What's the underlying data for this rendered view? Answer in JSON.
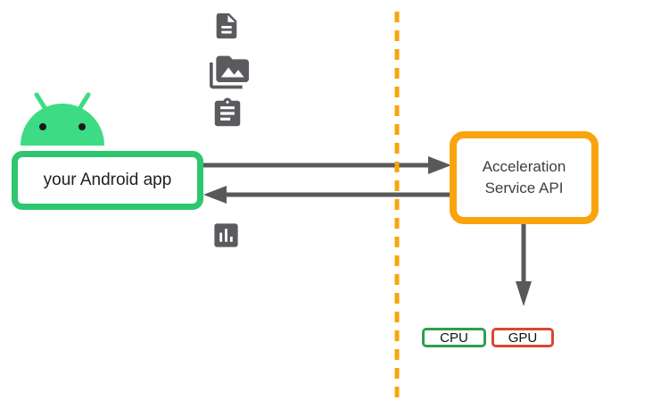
{
  "diagram": {
    "app_box": {
      "label": "your Android app"
    },
    "api_box": {
      "label": "Acceleration Service API"
    },
    "chips": {
      "cpu": {
        "label": "CPU"
      },
      "gpu": {
        "label": "GPU"
      }
    },
    "icons": [
      {
        "name": "document-icon"
      },
      {
        "name": "media-library-icon"
      },
      {
        "name": "clipboard-task-icon"
      },
      {
        "name": "bar-chart-icon"
      }
    ],
    "mascot": "android-robot-head",
    "connections": [
      "app-to-api-right-arrow",
      "api-to-app-left-arrow",
      "api-to-hardware-down-arrow"
    ]
  },
  "colors": {
    "background": "#FFFFFF",
    "android_green": "#3DDC84",
    "app_border_green": "#2EC66F",
    "api_border_orange": "#F9A40D",
    "divider_orange": "#F9A40D",
    "cpu_border_green": "#2E9E51",
    "gpu_border_red": "#D6492F",
    "arrow_gray": "#58595B",
    "icon_gray": "#5A5B5E",
    "text_dark": "#202124"
  }
}
